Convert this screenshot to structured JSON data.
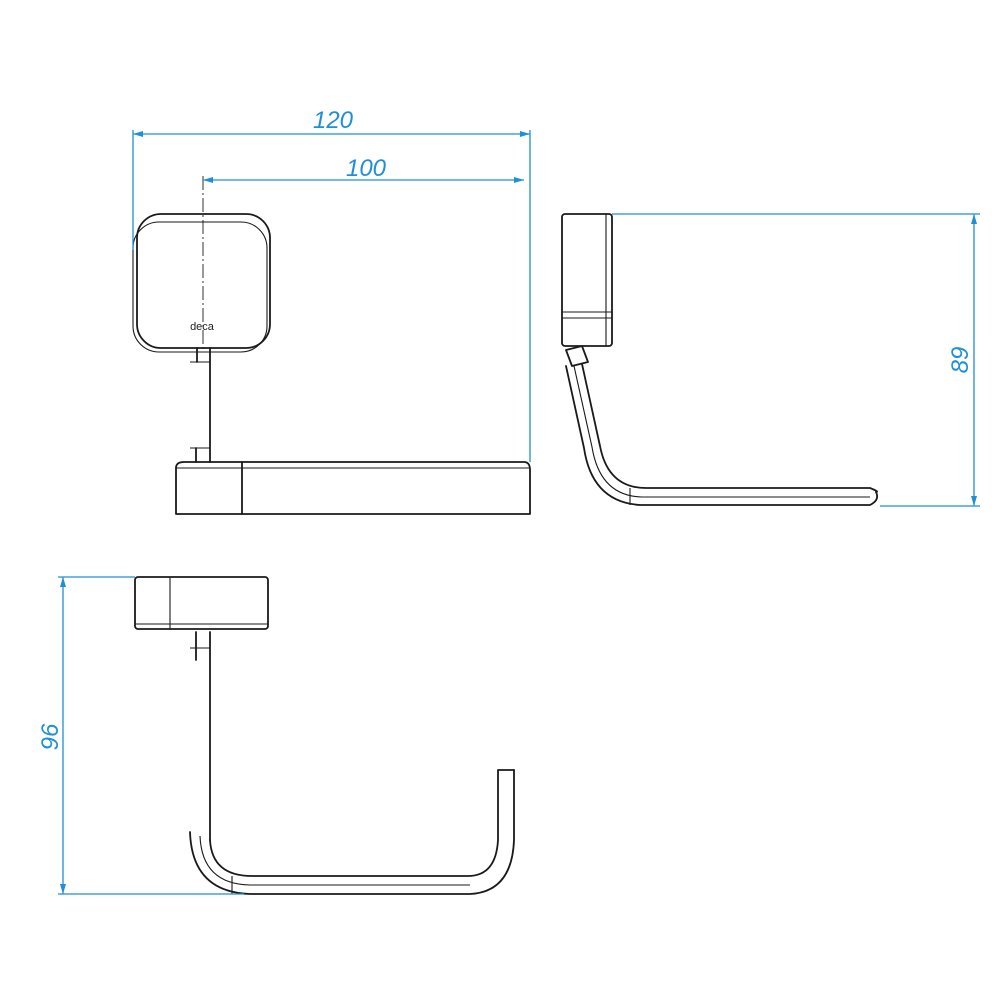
{
  "drawing": {
    "dimensions": {
      "total_width": "120",
      "roll_width": "100",
      "side_height": "89",
      "bottom_depth": "96"
    },
    "brand": "deca",
    "colors": {
      "dimension": "#1f8fd6",
      "object_line": "#1a1a1a",
      "background": "#ffffff"
    }
  }
}
